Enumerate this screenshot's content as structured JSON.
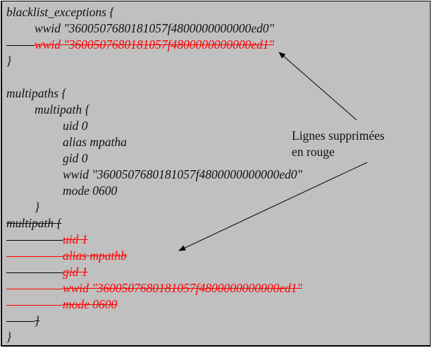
{
  "code": {
    "l1": "blacklist_exceptions {",
    "l2": "wwid \"3600507680181057f4800000000000ed0\"",
    "l3": "wwid \"3600507680181057f4800000000000ed1\"",
    "l4": "}",
    "l6": "multipaths {",
    "l7": "multipath {",
    "l8": "uid 0",
    "l9": "alias mpatha",
    "l10": "gid 0",
    "l11": "wwid \"3600507680181057f4800000000000ed0\"",
    "l12": "mode 0600",
    "l13": "}",
    "l14": "multipath {",
    "l15": "uid 1",
    "l16": "alias mpathb",
    "l17": "gid 1",
    "l18": "wwid \"3600507680181057f4800000000000ed1\"",
    "l19": "mode 0600",
    "l20": "}",
    "l21": "}"
  },
  "annotation": {
    "line1": "Lignes supprimées",
    "line2": "en rouge"
  },
  "colors": {
    "deleted": "#ff0000",
    "background": "#c0c0c0"
  }
}
